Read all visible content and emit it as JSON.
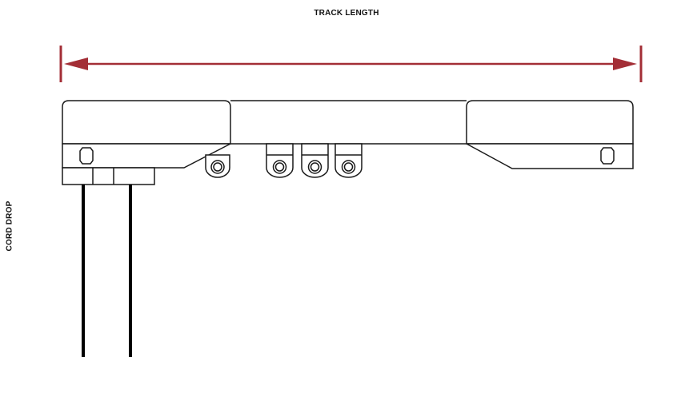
{
  "labels": {
    "track_length": "TRACK LENGTH",
    "cord_drop": "CORD DROP"
  },
  "colors": {
    "dimension_arrow": "#a32e36",
    "outline": "#1a1a1a",
    "cord": "#000000",
    "background": "#ffffff"
  },
  "components": {
    "runner_count": 4,
    "cord_count": 2
  }
}
